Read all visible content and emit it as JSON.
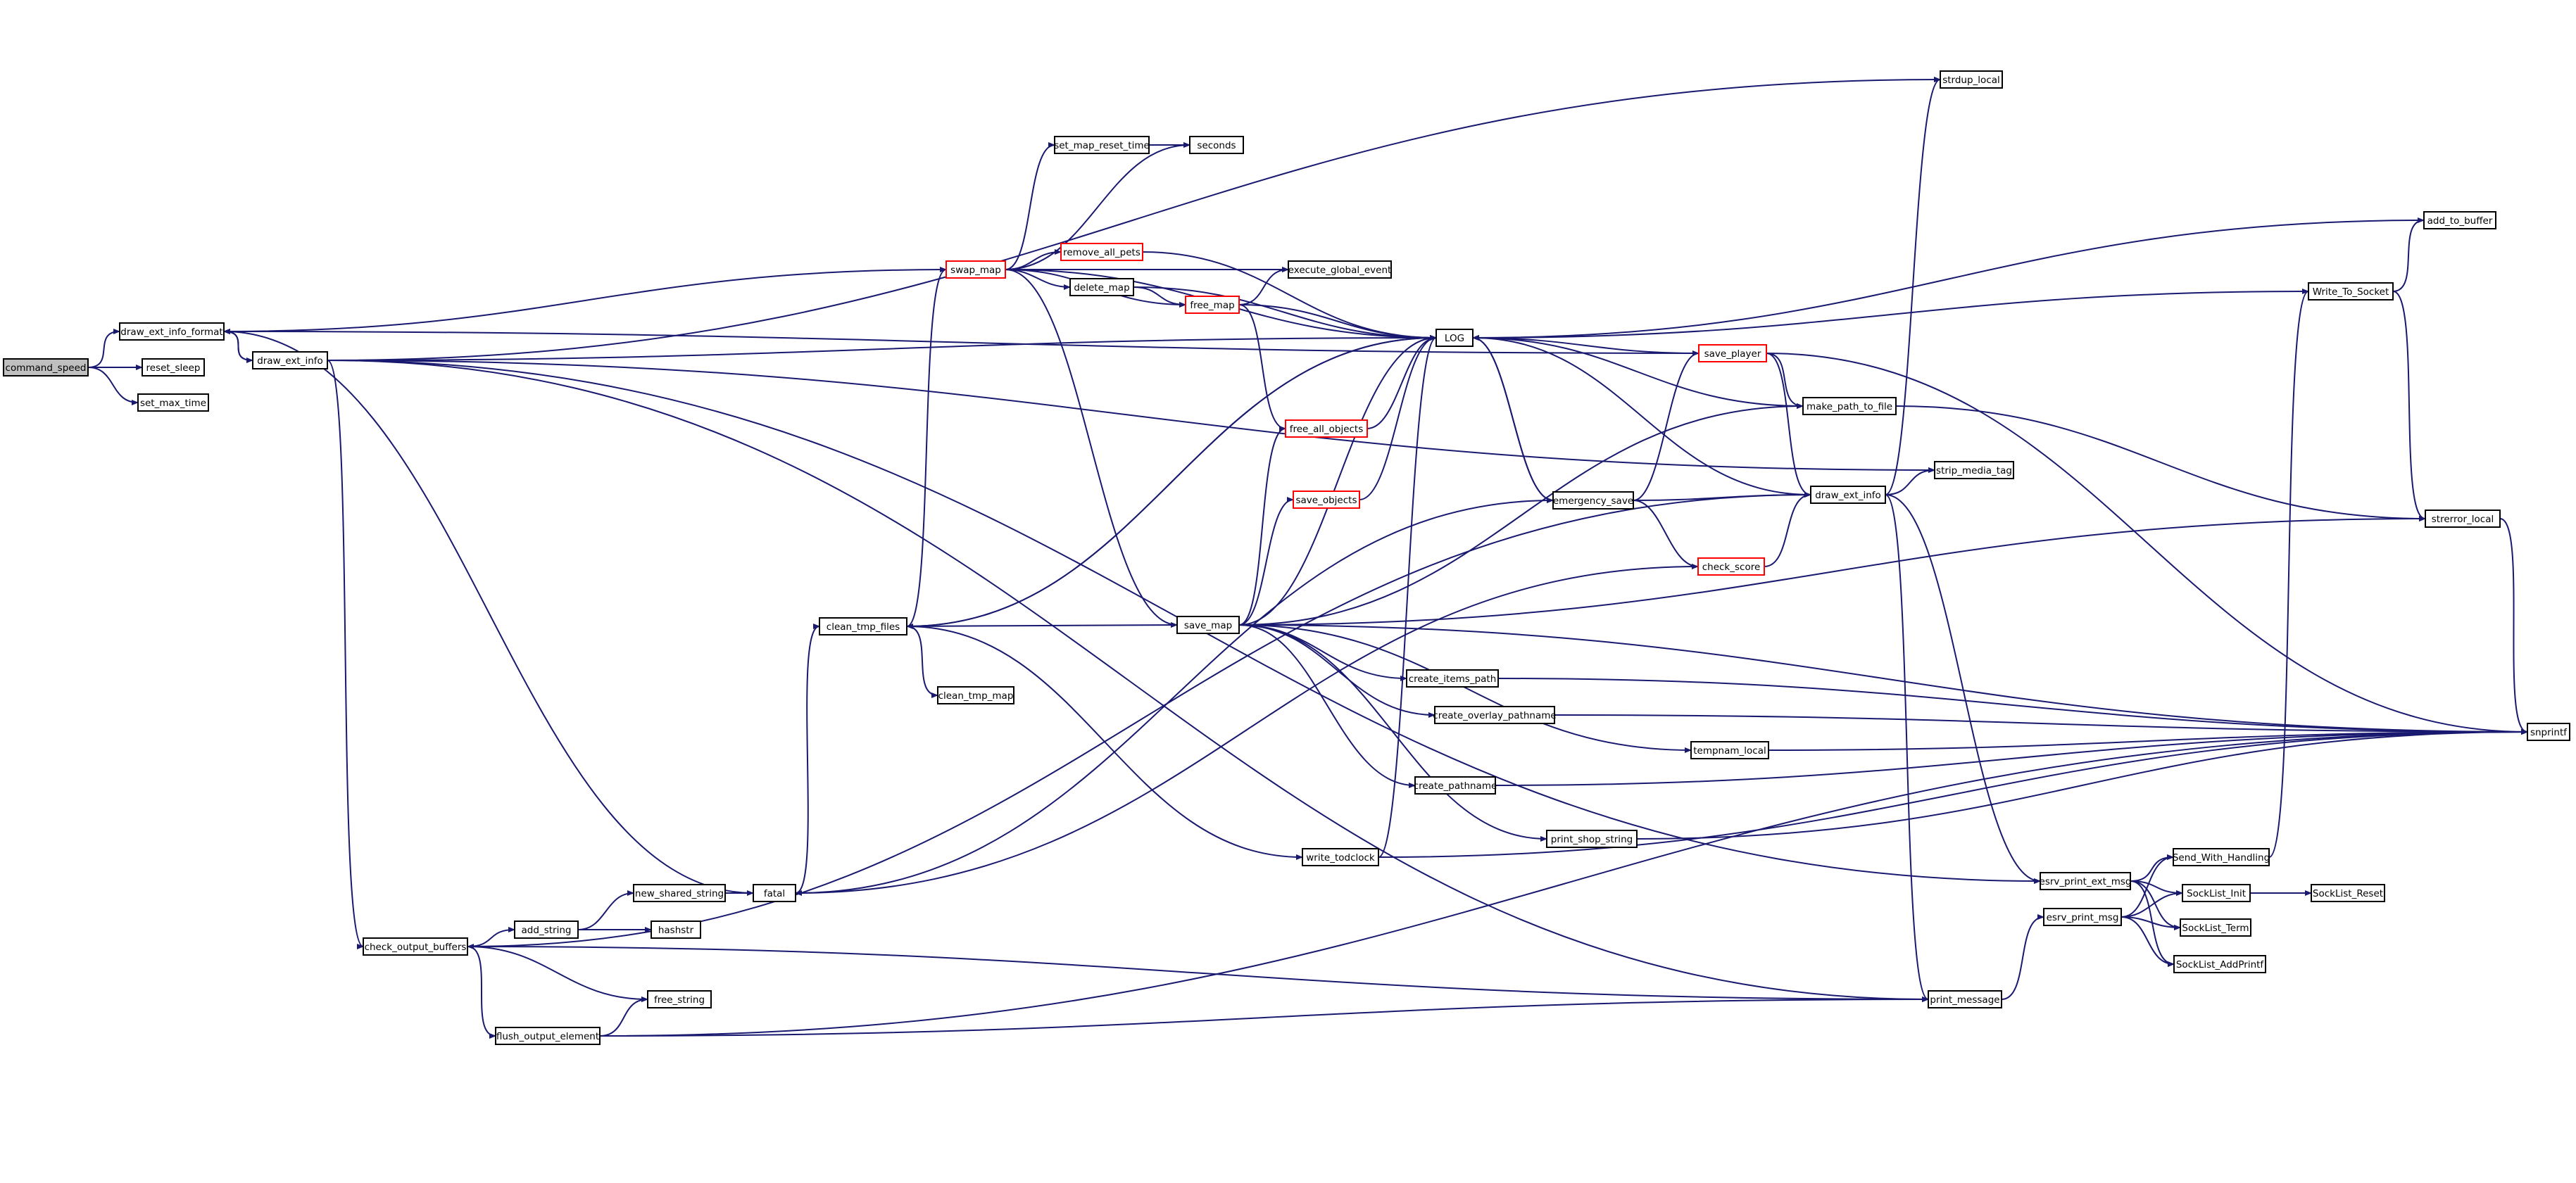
{
  "graph": {
    "colors": {
      "edge": "#191970",
      "node_border": "#000000",
      "node_fill": "#ffffff",
      "root_fill": "#bfbfbf",
      "truncated_border": "#ff0000"
    },
    "nodes": [
      {
        "id": "command_speed",
        "label": "command_speed",
        "root": true
      },
      {
        "id": "draw_ext_info_format",
        "label": "draw_ext_info_format"
      },
      {
        "id": "reset_sleep",
        "label": "reset_sleep"
      },
      {
        "id": "set_max_time",
        "label": "set_max_time"
      },
      {
        "id": "draw_ext_info_a",
        "label": "draw_ext_info"
      },
      {
        "id": "check_output_buffers",
        "label": "check_output_buffers"
      },
      {
        "id": "add_string",
        "label": "add_string"
      },
      {
        "id": "new_shared_string",
        "label": "new_shared_string"
      },
      {
        "id": "hashstr",
        "label": "hashstr"
      },
      {
        "id": "fatal",
        "label": "fatal"
      },
      {
        "id": "free_string",
        "label": "free_string"
      },
      {
        "id": "flush_output_element",
        "label": "flush_output_element"
      },
      {
        "id": "clean_tmp_files",
        "label": "clean_tmp_files"
      },
      {
        "id": "clean_tmp_map",
        "label": "clean_tmp_map"
      },
      {
        "id": "swap_map",
        "label": "swap_map",
        "truncated": true
      },
      {
        "id": "set_map_reset_time",
        "label": "set_map_reset_time"
      },
      {
        "id": "seconds",
        "label": "seconds"
      },
      {
        "id": "remove_all_pets",
        "label": "remove_all_pets",
        "truncated": true
      },
      {
        "id": "delete_map",
        "label": "delete_map"
      },
      {
        "id": "free_map",
        "label": "free_map",
        "truncated": true
      },
      {
        "id": "execute_global_event",
        "label": "execute_global_event"
      },
      {
        "id": "LOG",
        "label": "LOG"
      },
      {
        "id": "free_all_objects",
        "label": "free_all_objects",
        "truncated": true
      },
      {
        "id": "save_objects",
        "label": "save_objects",
        "truncated": true
      },
      {
        "id": "save_map",
        "label": "save_map"
      },
      {
        "id": "create_items_path",
        "label": "create_items_path"
      },
      {
        "id": "create_overlay_pathname",
        "label": "create_overlay_pathname"
      },
      {
        "id": "create_pathname",
        "label": "create_pathname"
      },
      {
        "id": "print_shop_string",
        "label": "print_shop_string"
      },
      {
        "id": "write_todclock",
        "label": "write_todclock"
      },
      {
        "id": "tempnam_local",
        "label": "tempnam_local"
      },
      {
        "id": "emergency_save",
        "label": "emergency_save"
      },
      {
        "id": "save_player",
        "label": "save_player",
        "truncated": true
      },
      {
        "id": "check_score",
        "label": "check_score",
        "truncated": true
      },
      {
        "id": "make_path_to_file",
        "label": "make_path_to_file"
      },
      {
        "id": "draw_ext_info_b",
        "label": "draw_ext_info"
      },
      {
        "id": "strip_media_tag",
        "label": "strip_media_tag"
      },
      {
        "id": "strdup_local",
        "label": "strdup_local"
      },
      {
        "id": "print_message",
        "label": "print_message"
      },
      {
        "id": "esrv_print_ext_msg",
        "label": "esrv_print_ext_msg"
      },
      {
        "id": "esrv_print_msg",
        "label": "esrv_print_msg"
      },
      {
        "id": "Send_With_Handling",
        "label": "Send_With_Handling"
      },
      {
        "id": "SockList_Init",
        "label": "SockList_Init"
      },
      {
        "id": "SockList_Reset",
        "label": "SockList_Reset"
      },
      {
        "id": "SockList_Term",
        "label": "SockList_Term"
      },
      {
        "id": "SockList_AddPrintf",
        "label": "SockList_AddPrintf"
      },
      {
        "id": "Write_To_Socket",
        "label": "Write_To_Socket"
      },
      {
        "id": "add_to_buffer",
        "label": "add_to_buffer"
      },
      {
        "id": "strerror_local",
        "label": "strerror_local"
      },
      {
        "id": "snprintf",
        "label": "snprintf"
      }
    ],
    "edges": [
      [
        "command_speed",
        "draw_ext_info_format"
      ],
      [
        "command_speed",
        "reset_sleep"
      ],
      [
        "command_speed",
        "set_max_time"
      ],
      [
        "draw_ext_info_format",
        "draw_ext_info_a"
      ],
      [
        "draw_ext_info_a",
        "draw_ext_info_format"
      ],
      [
        "draw_ext_info_a",
        "check_output_buffers"
      ],
      [
        "draw_ext_info_a",
        "LOG"
      ],
      [
        "draw_ext_info_a",
        "strdup_local"
      ],
      [
        "draw_ext_info_a",
        "strip_media_tag"
      ],
      [
        "draw_ext_info_a",
        "print_message"
      ],
      [
        "draw_ext_info_a",
        "esrv_print_ext_msg"
      ],
      [
        "check_output_buffers",
        "add_string"
      ],
      [
        "check_output_buffers",
        "free_string"
      ],
      [
        "check_output_buffers",
        "flush_output_element"
      ],
      [
        "check_output_buffers",
        "print_message"
      ],
      [
        "add_string",
        "new_shared_string"
      ],
      [
        "add_string",
        "hashstr"
      ],
      [
        "new_shared_string",
        "fatal"
      ],
      [
        "fatal",
        "clean_tmp_files"
      ],
      [
        "fatal",
        "emergency_save"
      ],
      [
        "fatal",
        "draw_ext_info_format"
      ],
      [
        "flush_output_element",
        "free_string"
      ],
      [
        "flush_output_element",
        "print_message"
      ],
      [
        "flush_output_element",
        "snprintf"
      ],
      [
        "clean_tmp_files",
        "swap_map"
      ],
      [
        "clean_tmp_files",
        "save_map"
      ],
      [
        "clean_tmp_files",
        "clean_tmp_map"
      ],
      [
        "clean_tmp_files",
        "write_todclock"
      ],
      [
        "clean_tmp_files",
        "LOG"
      ],
      [
        "swap_map",
        "set_map_reset_time"
      ],
      [
        "swap_map",
        "seconds"
      ],
      [
        "swap_map",
        "remove_all_pets"
      ],
      [
        "swap_map",
        "delete_map"
      ],
      [
        "swap_map",
        "free_map"
      ],
      [
        "swap_map",
        "execute_global_event"
      ],
      [
        "swap_map",
        "LOG"
      ],
      [
        "swap_map",
        "save_map"
      ],
      [
        "swap_map",
        "draw_ext_info_format"
      ],
      [
        "set_map_reset_time",
        "seconds"
      ],
      [
        "remove_all_pets",
        "LOG"
      ],
      [
        "delete_map",
        "free_map"
      ],
      [
        "delete_map",
        "LOG"
      ],
      [
        "free_map",
        "execute_global_event"
      ],
      [
        "free_map",
        "free_all_objects"
      ],
      [
        "free_map",
        "LOG"
      ],
      [
        "free_all_objects",
        "LOG"
      ],
      [
        "save_objects",
        "LOG"
      ],
      [
        "save_map",
        "LOG"
      ],
      [
        "save_map",
        "free_all_objects"
      ],
      [
        "save_map",
        "save_objects"
      ],
      [
        "save_map",
        "create_items_path"
      ],
      [
        "save_map",
        "create_overlay_pathname"
      ],
      [
        "save_map",
        "create_pathname"
      ],
      [
        "save_map",
        "print_shop_string"
      ],
      [
        "save_map",
        "tempnam_local"
      ],
      [
        "save_map",
        "make_path_to_file"
      ],
      [
        "save_map",
        "strerror_local"
      ],
      [
        "save_map",
        "snprintf"
      ],
      [
        "write_todclock",
        "LOG"
      ],
      [
        "write_todclock",
        "snprintf"
      ],
      [
        "LOG",
        "clean_tmp_files"
      ],
      [
        "LOG",
        "emergency_save"
      ],
      [
        "emergency_save",
        "LOG"
      ],
      [
        "emergency_save",
        "save_player"
      ],
      [
        "emergency_save",
        "check_score"
      ],
      [
        "emergency_save",
        "draw_ext_info_b"
      ],
      [
        "save_player",
        "LOG"
      ],
      [
        "save_player",
        "make_path_to_file"
      ],
      [
        "save_player",
        "draw_ext_info_b"
      ],
      [
        "save_player",
        "draw_ext_info_format"
      ],
      [
        "save_player",
        "snprintf"
      ],
      [
        "check_score",
        "draw_ext_info_b"
      ],
      [
        "check_score",
        "fatal"
      ],
      [
        "make_path_to_file",
        "LOG"
      ],
      [
        "make_path_to_file",
        "strerror_local"
      ],
      [
        "draw_ext_info_b",
        "LOG"
      ],
      [
        "draw_ext_info_b",
        "strip_media_tag"
      ],
      [
        "draw_ext_info_b",
        "strdup_local"
      ],
      [
        "draw_ext_info_b",
        "print_message"
      ],
      [
        "draw_ext_info_b",
        "esrv_print_ext_msg"
      ],
      [
        "draw_ext_info_b",
        "check_output_buffers"
      ],
      [
        "print_message",
        "esrv_print_msg"
      ],
      [
        "esrv_print_ext_msg",
        "Send_With_Handling"
      ],
      [
        "esrv_print_ext_msg",
        "SockList_Init"
      ],
      [
        "esrv_print_ext_msg",
        "SockList_Term"
      ],
      [
        "esrv_print_ext_msg",
        "SockList_AddPrintf"
      ],
      [
        "esrv_print_msg",
        "Send_With_Handling"
      ],
      [
        "esrv_print_msg",
        "SockList_Init"
      ],
      [
        "esrv_print_msg",
        "SockList_Term"
      ],
      [
        "esrv_print_msg",
        "SockList_AddPrintf"
      ],
      [
        "SockList_Init",
        "SockList_Reset"
      ],
      [
        "Send_With_Handling",
        "Write_To_Socket"
      ],
      [
        "Write_To_Socket",
        "add_to_buffer"
      ],
      [
        "Write_To_Socket",
        "strerror_local"
      ],
      [
        "Write_To_Socket",
        "LOG"
      ],
      [
        "add_to_buffer",
        "LOG"
      ],
      [
        "create_items_path",
        "snprintf"
      ],
      [
        "create_overlay_pathname",
        "snprintf"
      ],
      [
        "create_pathname",
        "snprintf"
      ],
      [
        "print_shop_string",
        "snprintf"
      ],
      [
        "tempnam_local",
        "snprintf"
      ],
      [
        "strerror_local",
        "snprintf"
      ]
    ]
  }
}
